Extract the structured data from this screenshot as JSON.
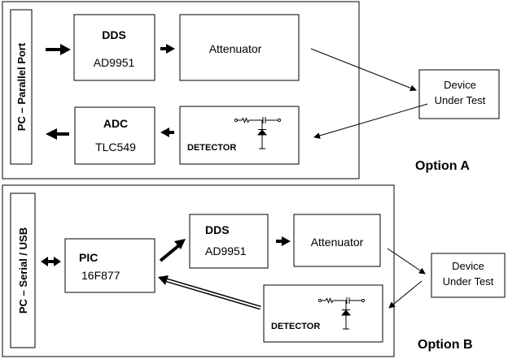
{
  "option_a": {
    "label": "Option A",
    "pc_label": "PC – Parallel Port",
    "dds": {
      "title": "DDS",
      "part": "AD9951"
    },
    "attenuator": "Attenuator",
    "adc": {
      "title": "ADC",
      "part": "TLC549"
    },
    "detector": "DETECTOR",
    "dut": {
      "line1": "Device",
      "line2": "Under Test"
    }
  },
  "option_b": {
    "label": "Option B",
    "pc_label": "PC – Serial / USB",
    "pic": {
      "title": "PIC",
      "part": "16F877"
    },
    "dds": {
      "title": "DDS",
      "part": "AD9951"
    },
    "attenuator": "Attenuator",
    "detector": "DETECTOR",
    "dut": {
      "line1": "Device",
      "line2": "Under Test"
    }
  }
}
